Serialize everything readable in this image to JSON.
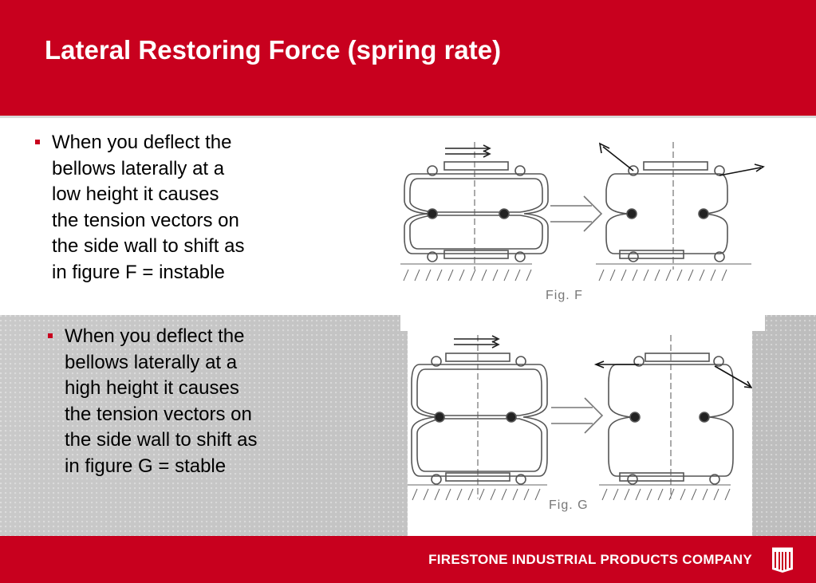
{
  "slide": {
    "title": "Lateral Restoring Force (spring rate)",
    "bullets": [
      {
        "text": "When you deflect the bellows laterally at a low height it causes the tension vectors on the side wall to shift as in figure F = instable",
        "lines": [
          "When you deflect the",
          "bellows laterally at a",
          "low height it causes",
          "the tension vectors on",
          "the side wall to shift as",
          "in figure F = instable"
        ]
      },
      {
        "text": "When you deflect the bellows laterally at a high height it causes the tension vectors on the side wall to shift as in figure G = stable",
        "lines": [
          "When you deflect the",
          "bellows laterally at a",
          "high height it causes",
          "the tension vectors on",
          "the side wall to shift as",
          "in figure G = stable"
        ]
      }
    ],
    "figures": [
      {
        "label": "Fig.  F"
      },
      {
        "label": "Fig.  G"
      }
    ]
  },
  "footer": {
    "company": "FIRESTONE INDUSTRIAL PRODUCTS COMPANY",
    "logo_icon": "firestone-logo-icon"
  },
  "colors": {
    "brand_red": "#c8001e",
    "text": "#000000",
    "footer_text": "#ffffff"
  }
}
